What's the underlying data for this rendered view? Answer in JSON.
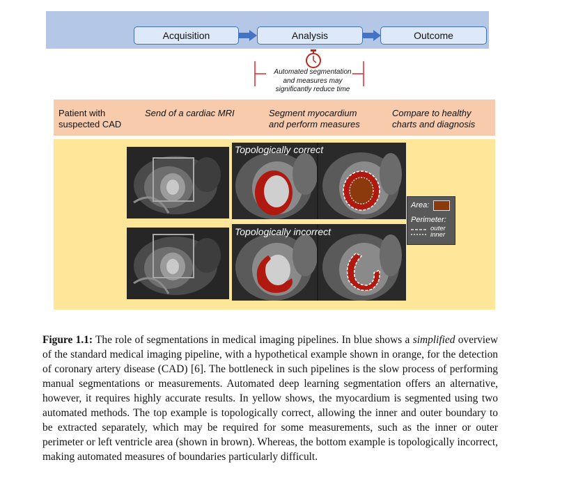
{
  "pipeline": {
    "stages": [
      "Acquisition",
      "Analysis",
      "Outcome"
    ],
    "annotation": [
      "Automated segmentation",
      "and measures may",
      "significantly reduce time"
    ]
  },
  "example": {
    "steps": [
      [
        "Patient with",
        "suspected CAD"
      ],
      [
        "Send of a cardiac MRI"
      ],
      [
        "Segment myocardium",
        "and perform measures"
      ],
      [
        "Compare to healthy",
        "charts and diagnosis"
      ]
    ]
  },
  "panels": {
    "top_label": "Topologically correct",
    "bottom_label": "Topologically incorrect"
  },
  "legend": {
    "area": "Area:",
    "perimeter": "Perimeter:",
    "outer": "outer",
    "inner": "inner",
    "area_color": "#8b3a0e"
  },
  "colors": {
    "pipeline_bg": "#b4c7e7",
    "example_bg": "#f8cbad",
    "results_bg": "#ffe699",
    "segmentation_red": "#b0190f",
    "timer_red": "#c0261c"
  },
  "caption": {
    "label": "Figure 1.1:",
    "part1": " The role of segmentations in medical imaging pipelines. In blue shows a ",
    "emph": "simplified",
    "part2": " overview of the standard medical imaging pipeline, with a hypothetical example shown in orange, for the detection of coronary artery disease (CAD) [6]. The bottleneck in such pipelines is the slow process of performing manual segmentations or measurements. Automated deep learning segmentation offers an alternative, however, it requires highly accurate results. In yellow shows, the myocardium is segmented using two automated methods. The top example is topologically correct, allowing the inner and outer boundary to be extracted separately, which may be required for some measurements, such as the inner or outer perimeter or left ventricle area (shown in brown). Whereas, the bottom example is topologically incorrect, making automated measures of boundaries particularly difficult."
  }
}
